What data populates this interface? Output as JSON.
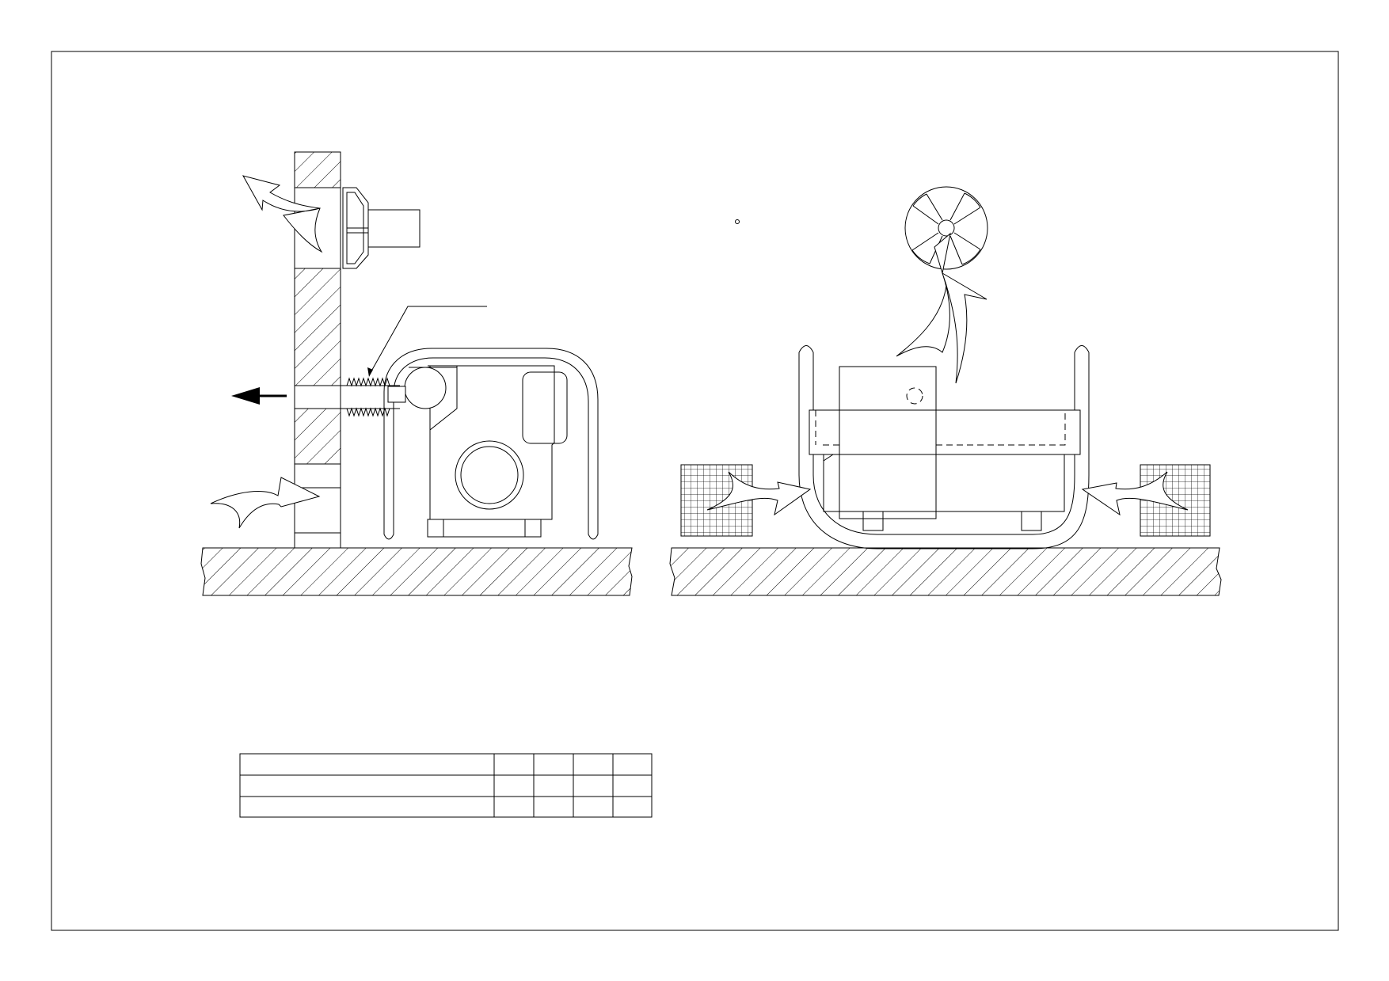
{
  "drawing": {
    "views": [
      {
        "id": "wall-mounted-installation",
        "components": [
          "wall",
          "floor",
          "ventilation-fan",
          "exhaust-hose",
          "generator",
          "frame",
          "exhaust-arrow",
          "airflow-arrows"
        ]
      },
      {
        "id": "freestanding-installation",
        "components": [
          "floor",
          "exhaust-fan",
          "frame",
          "generator",
          "intake-grille-left",
          "intake-grille-right",
          "airflow-arrows"
        ]
      }
    ],
    "annotation_leader": {
      "label": ""
    }
  },
  "title_block": {
    "rows": [
      [
        "",
        "",
        "",
        "",
        ""
      ],
      [
        "",
        "",
        "",
        "",
        ""
      ],
      [
        "",
        "",
        "",
        "",
        ""
      ]
    ]
  },
  "colors": {
    "line": "#000000",
    "background": "#ffffff"
  }
}
